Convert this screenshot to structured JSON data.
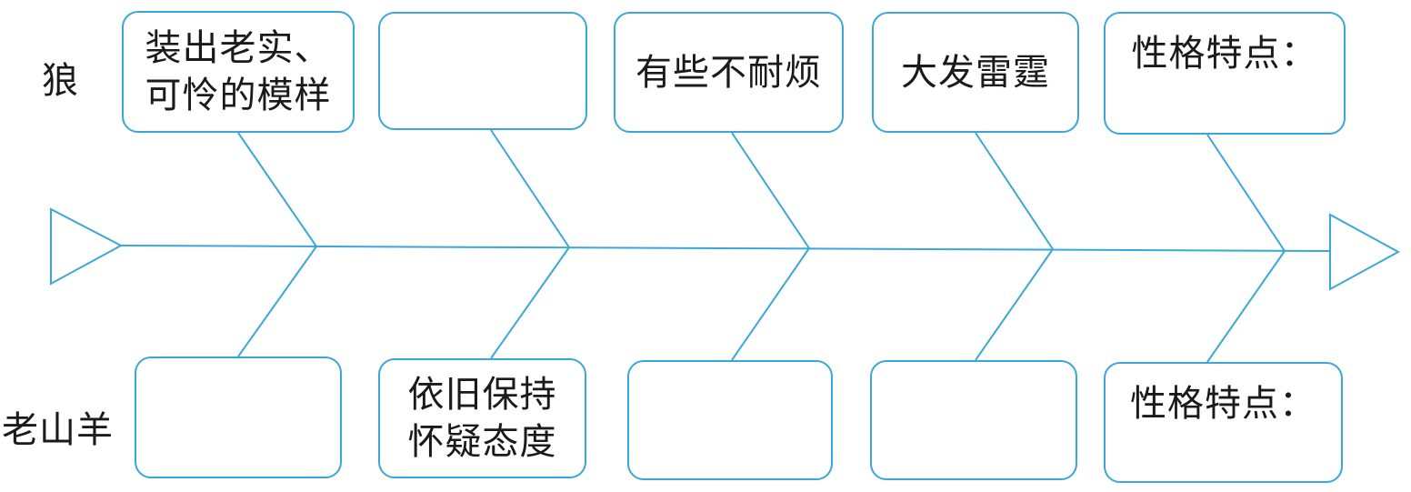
{
  "rows": {
    "wolf": {
      "label": "狼",
      "boxes": [
        "装出老实、\n可怜的模样",
        "",
        "有些不耐烦",
        "大发雷霆",
        "性格特点："
      ]
    },
    "goat": {
      "label": "老山羊",
      "boxes": [
        "",
        "依旧保持\n怀疑态度",
        "",
        "",
        "性格特点："
      ]
    }
  },
  "colors": {
    "line": "#3aa7d8",
    "text": "#1a1a1a"
  }
}
